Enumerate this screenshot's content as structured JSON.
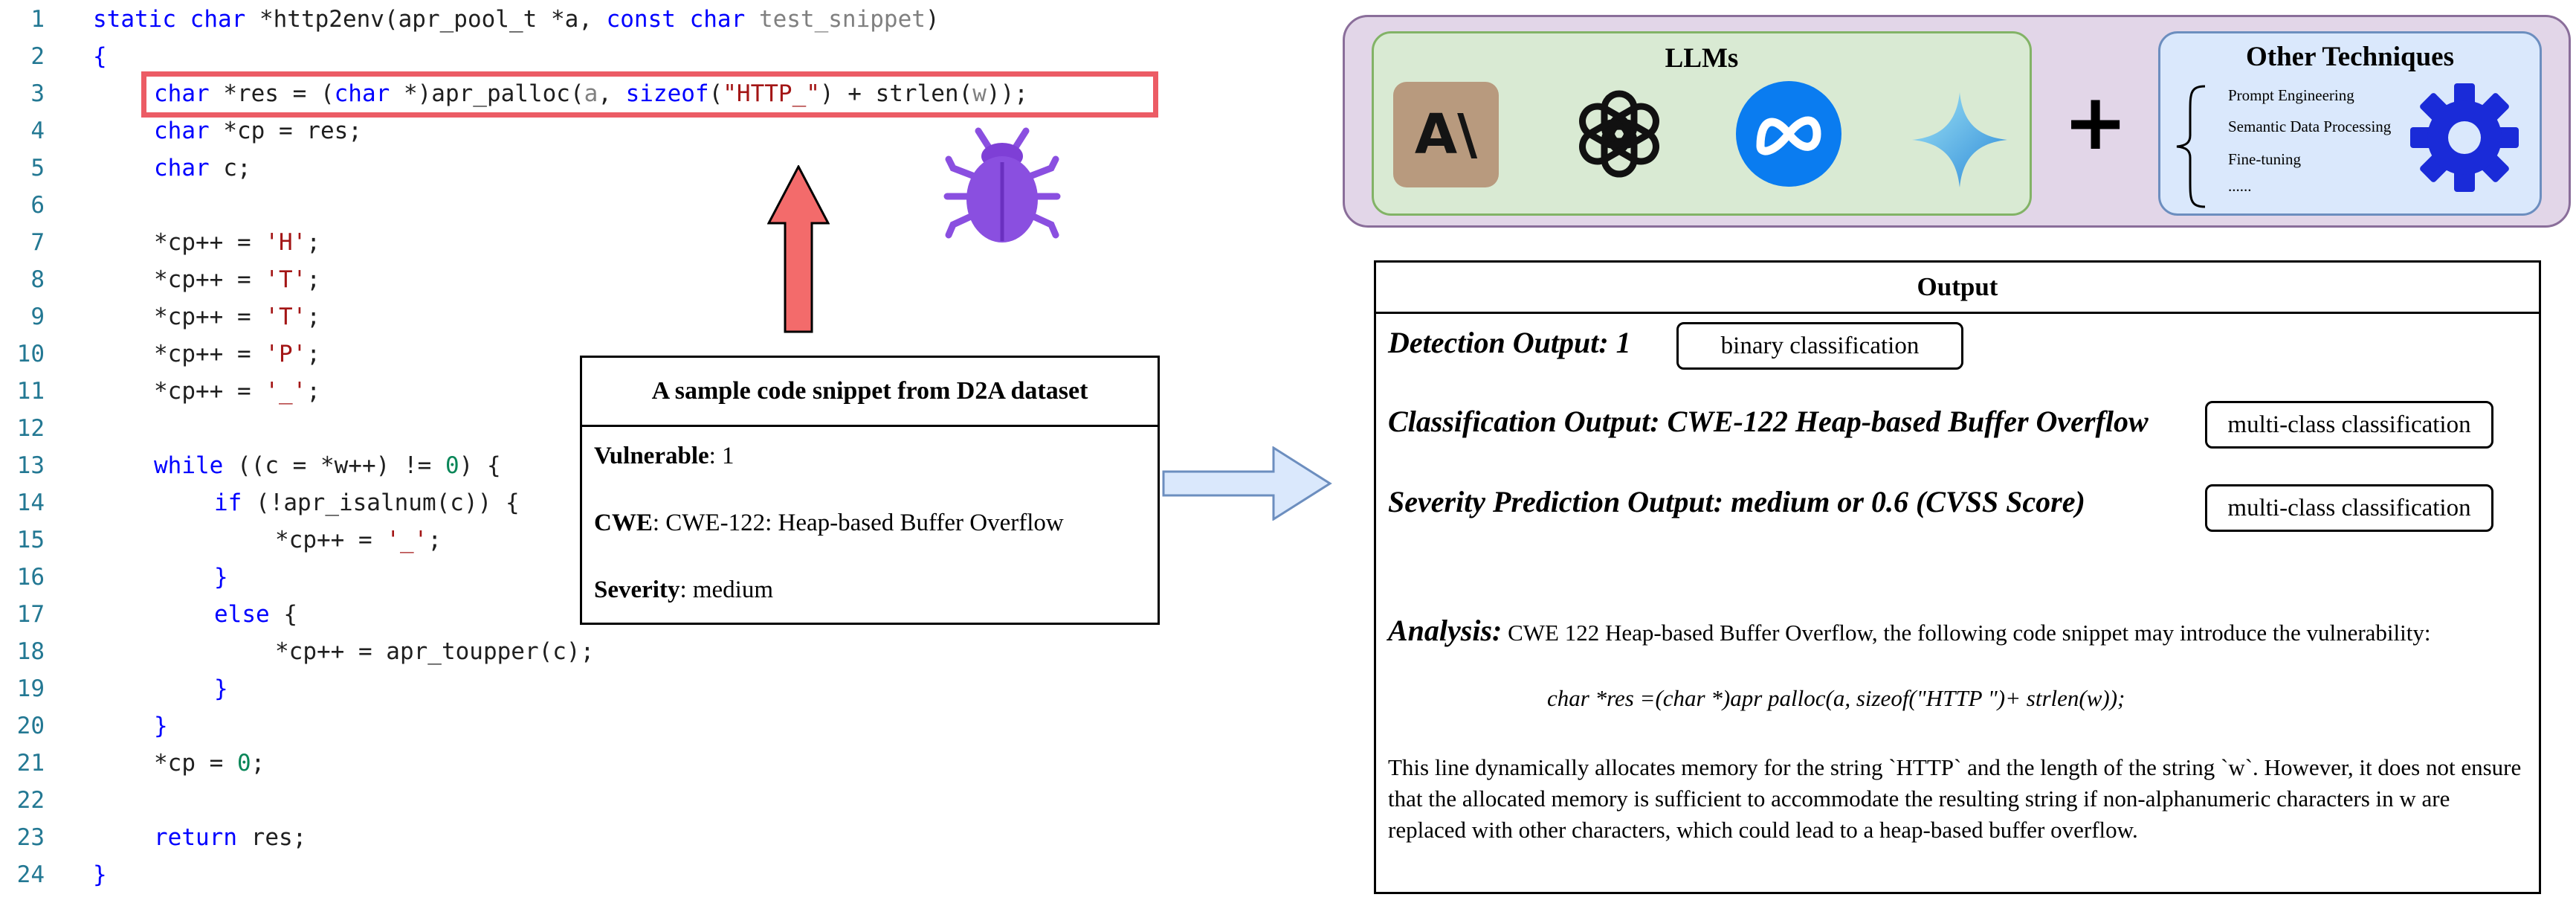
{
  "code": {
    "line_numbers": [
      "1",
      "2",
      "3",
      "4",
      "5",
      "6",
      "7",
      "8",
      "9",
      "10",
      "11",
      "12",
      "13",
      "14",
      "15",
      "16",
      "17",
      "18",
      "19",
      "20",
      "21",
      "22",
      "23",
      "24"
    ],
    "function_name": "*http2env",
    "param_type_1": "apr_pool_t",
    "param_name_1": "*a",
    "param_name_2": "test_snippet",
    "alloc_func": "apr_palloc",
    "alloc_arg": "a",
    "alloc_string": "\"HTTP_\"",
    "strlen_call": "strlen",
    "strlen_arg": "w",
    "var_cp": "*cp = res;",
    "var_c": "c;",
    "chars": [
      "'H'",
      "'T'",
      "'T'",
      "'P'",
      "'_'"
    ],
    "while_cond_a": "((c = *w++) != ",
    "zero": "0",
    "if_call": "(!apr_isalnum(c)) {",
    "underscore": "'_'",
    "toupper_call": "*cp++ = apr_toupper(c);",
    "cp_zero": "*cp = ",
    "return_value": "res;"
  },
  "sample_box": {
    "title": "A sample code snippet from D2A dataset",
    "vulnerable_label": "Vulnerable",
    "vulnerable_value": ": 1",
    "cwe_label": "CWE",
    "cwe_value": ": CWE-122: Heap-based Buffer Overflow",
    "severity_label": "Severity",
    "severity_value": ": medium"
  },
  "llm_panel": {
    "title": "LLMs",
    "logo_anthropic_text": "A\\"
  },
  "tech_panel": {
    "title": "Other Techniques",
    "items": [
      "Prompt Engineering",
      "Semantic Data Processing",
      "Fine-tuning",
      "......"
    ]
  },
  "plus_symbol": "+",
  "output": {
    "title": "Output",
    "detection": "Detection Output: 1",
    "detection_tag": "binary classification",
    "classification": "Classification Output: CWE-122 Heap-based Buffer Overflow",
    "classification_tag": "multi-class classification",
    "severity": "Severity Prediction Output: medium or 0.6 (CVSS Score)",
    "severity_tag": "multi-class classification",
    "analysis_heading": "Analysis:",
    "analysis_intro": " CWE 122 Heap-based Buffer Overflow, the following code snippet may introduce the vulnerability:",
    "analysis_code": "char *res =(char *)apr palloc(a, sizeof(\"HTTP \")+ strlen(w));",
    "analysis_body": "This line dynamically allocates memory for the string `HTTP` and the length of the string `w`. However, it does not ensure that the allocated memory is sufficient to accommodate the resulting string if non-alphanumeric characters in w are replaced with other characters, which could lead to a heap-based buffer overflow."
  },
  "colors": {
    "highlight_box": "#ec5c65",
    "arrow_up": "#f36b6b",
    "arrow_right": "#dae8fc",
    "bug": "#8a4fe0",
    "llm_fill": "#d9ead3",
    "tech_fill": "#dae8fc",
    "outer_fill": "#e2d6e8",
    "gear": "#1a2bd8"
  },
  "icons": [
    "bug-icon",
    "anthropic-logo-icon",
    "openai-logo-icon",
    "meta-logo-icon",
    "gemini-star-icon",
    "gear-icon",
    "brace-icon"
  ]
}
